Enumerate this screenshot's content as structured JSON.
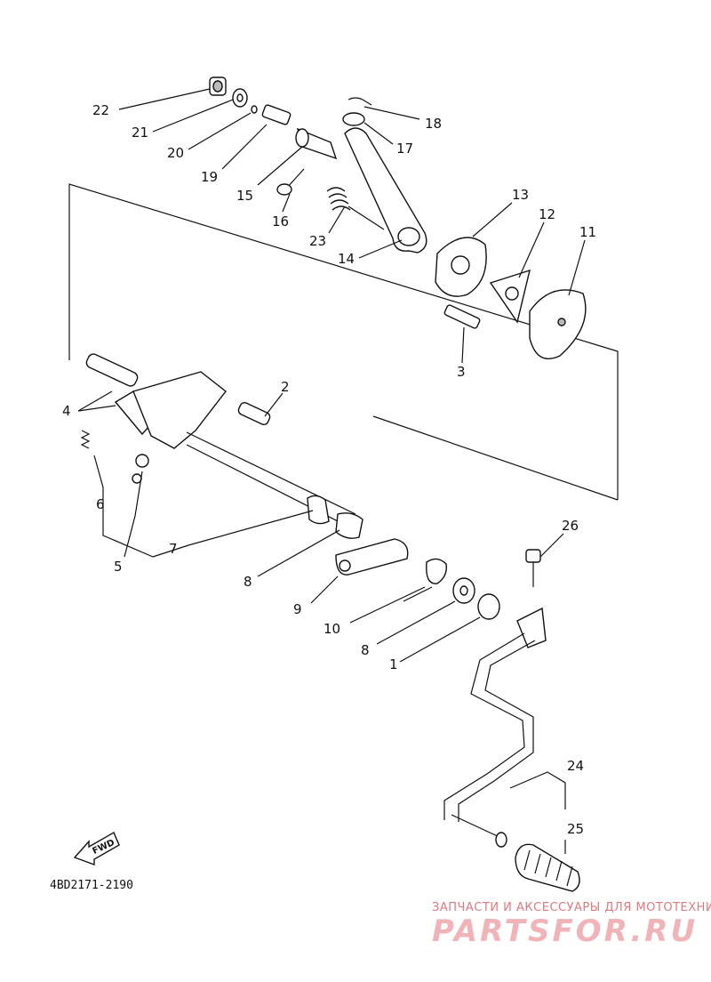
{
  "diagram": {
    "part_code": "4BD2171-2190",
    "direction_label": "FWD",
    "labels": [
      "22",
      "21",
      "20",
      "19",
      "15",
      "16",
      "23",
      "14",
      "18",
      "17",
      "13",
      "12",
      "11",
      "3",
      "2",
      "4",
      "6",
      "5",
      "7",
      "8",
      "9",
      "10",
      "8",
      "1",
      "26",
      "24",
      "25"
    ]
  },
  "watermark": {
    "caption": "ЗАПЧАСТИ И АКСЕССУАРЫ ДЛЯ МОТОТЕХНИКИ",
    "brand": "PARTSFOR.RU",
    "color": "#e07a80"
  }
}
